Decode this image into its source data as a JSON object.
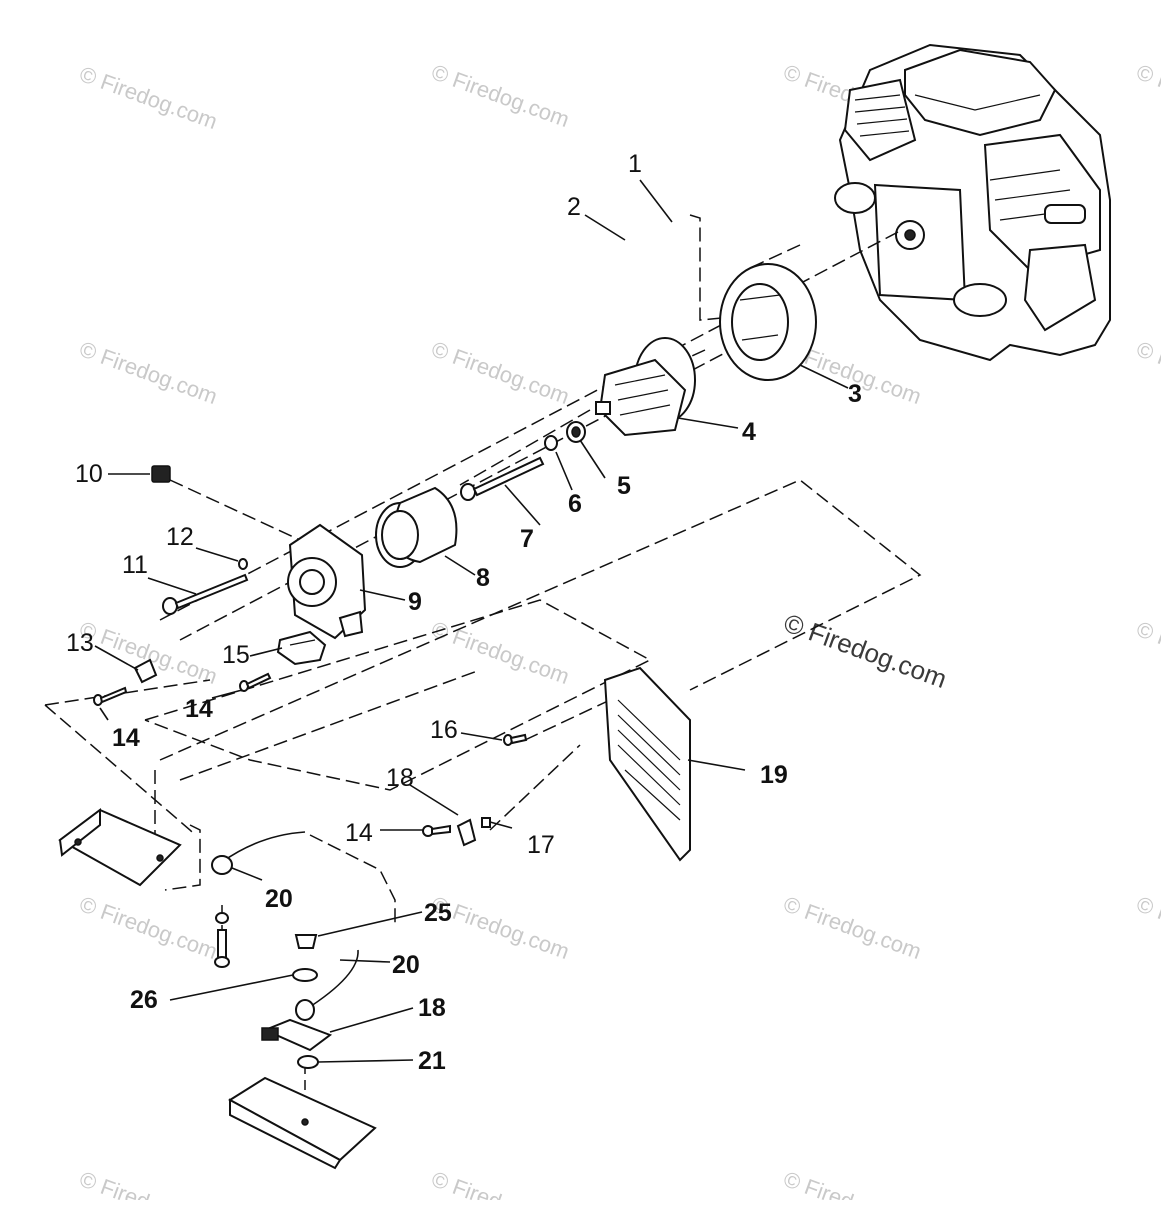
{
  "watermark": {
    "text": "© Firedog.com"
  },
  "callouts": [
    {
      "id": "c1",
      "label": "1"
    },
    {
      "id": "c2",
      "label": "2"
    },
    {
      "id": "c3",
      "label": "3"
    },
    {
      "id": "c4",
      "label": "4"
    },
    {
      "id": "c5",
      "label": "5"
    },
    {
      "id": "c6",
      "label": "6"
    },
    {
      "id": "c7",
      "label": "7"
    },
    {
      "id": "c8",
      "label": "8"
    },
    {
      "id": "c9",
      "label": "9"
    },
    {
      "id": "c10",
      "label": "10"
    },
    {
      "id": "c11",
      "label": "11"
    },
    {
      "id": "c12",
      "label": "12"
    },
    {
      "id": "c13",
      "label": "13"
    },
    {
      "id": "c14a",
      "label": "14"
    },
    {
      "id": "c14b",
      "label": "14"
    },
    {
      "id": "c14c",
      "label": "14"
    },
    {
      "id": "c15",
      "label": "15"
    },
    {
      "id": "c16",
      "label": "16"
    },
    {
      "id": "c17",
      "label": "17"
    },
    {
      "id": "c18a",
      "label": "18"
    },
    {
      "id": "c18b",
      "label": "18"
    },
    {
      "id": "c19",
      "label": "19"
    },
    {
      "id": "c20a",
      "label": "20"
    },
    {
      "id": "c20b",
      "label": "20"
    },
    {
      "id": "c21",
      "label": "21"
    },
    {
      "id": "c25",
      "label": "25"
    },
    {
      "id": "c26",
      "label": "26"
    }
  ]
}
